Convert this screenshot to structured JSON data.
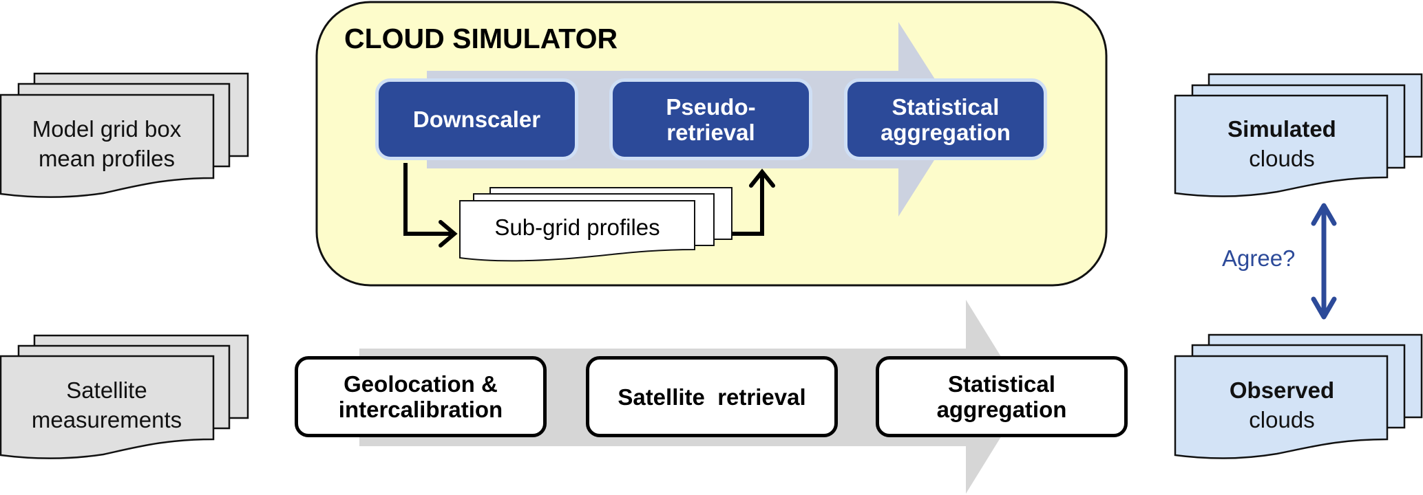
{
  "colors": {
    "simulator_bg": "#fdfccb",
    "simulator_arrow": "#ccd2e0",
    "process_box": "#2c4a99",
    "process_box_border": "#cfdff5",
    "observation_arrow": "#d6d6d6",
    "input_doc": "#e0e0e0",
    "output_doc": "#d3e3f6",
    "agree_arrow": "#2c4a99"
  },
  "simulator": {
    "title": "CLOUD SIMULATOR",
    "steps": [
      {
        "line1": "Downscaler",
        "line2": ""
      },
      {
        "line1": "Pseudo-",
        "line2": "retrieval"
      },
      {
        "line1": "Statistical",
        "line2": "aggregation"
      }
    ],
    "intermediate": "Sub-grid profiles"
  },
  "observation": {
    "steps": [
      {
        "line1": "Geolocation &",
        "line2": "intercalibration"
      },
      {
        "line1": "Satellite  retrieval",
        "line2": ""
      },
      {
        "line1": "Statistical",
        "line2": "aggregation"
      }
    ]
  },
  "inputs": {
    "model": {
      "line1": "Model grid box",
      "line2": "mean profiles"
    },
    "satellite": {
      "line1": "Satellite",
      "line2": "measurements"
    }
  },
  "outputs": {
    "simulated": {
      "bold": "Simulated",
      "normal": "clouds"
    },
    "observed": {
      "bold": "Observed",
      "normal": "clouds"
    }
  },
  "comparison": {
    "label": "Agree?"
  }
}
